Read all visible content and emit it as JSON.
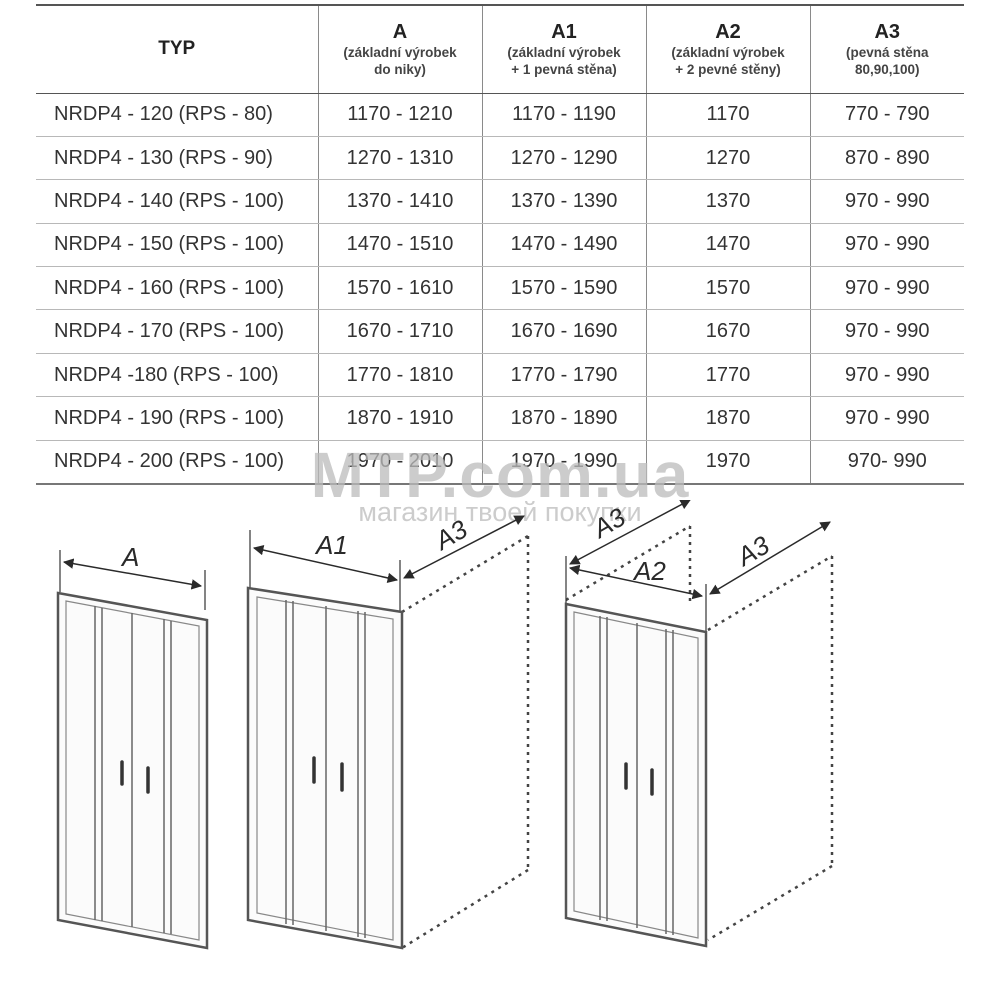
{
  "table": {
    "headers": [
      {
        "main": "TYP",
        "sub1": "",
        "sub2": ""
      },
      {
        "main": "A",
        "sub1": "(základní výrobek",
        "sub2": "do niky)"
      },
      {
        "main": "A1",
        "sub1": "(základní výrobek",
        "sub2": "+ 1 pevná stěna)"
      },
      {
        "main": "A2",
        "sub1": "(základní výrobek",
        "sub2": "+ 2 pevné stěny)"
      },
      {
        "main": "A3",
        "sub1": "(pevná stěna",
        "sub2": "80,90,100)"
      }
    ],
    "rows": [
      [
        "NRDP4 - 120 (RPS - 80)",
        "1170 - 1210",
        "1170 - 1190",
        "1170",
        "770 - 790"
      ],
      [
        "NRDP4 - 130 (RPS - 90)",
        "1270 - 1310",
        "1270 - 1290",
        "1270",
        "870 - 890"
      ],
      [
        "NRDP4 - 140 (RPS - 100)",
        "1370 - 1410",
        "1370 - 1390",
        "1370",
        "970 - 990"
      ],
      [
        "NRDP4 - 150 (RPS - 100)",
        "1470 - 1510",
        "1470 - 1490",
        "1470",
        "970 - 990"
      ],
      [
        "NRDP4 - 160 (RPS - 100)",
        "1570 - 1610",
        "1570 - 1590",
        "1570",
        "970 - 990"
      ],
      [
        "NRDP4 - 170 (RPS - 100)",
        "1670 - 1710",
        "1670 - 1690",
        "1670",
        "970 - 990"
      ],
      [
        "NRDP4 -180 (RPS - 100)",
        "1770 - 1810",
        "1770 - 1790",
        "1770",
        "970 - 990"
      ],
      [
        "NRDP4 - 190 (RPS - 100)",
        "1870 - 1910",
        "1870 - 1890",
        "1870",
        "970 - 990"
      ],
      [
        "NRDP4 - 200 (RPS - 100)",
        "1970 - 2010",
        "1970 - 1990",
        "1970",
        "970- 990"
      ]
    ]
  },
  "watermark": {
    "main": "MTP.com.ua",
    "sub": "магазин твоей покупки"
  },
  "diagram_labels": {
    "a": "A",
    "a1": "A1",
    "a2": "A2",
    "a3": "A3"
  }
}
